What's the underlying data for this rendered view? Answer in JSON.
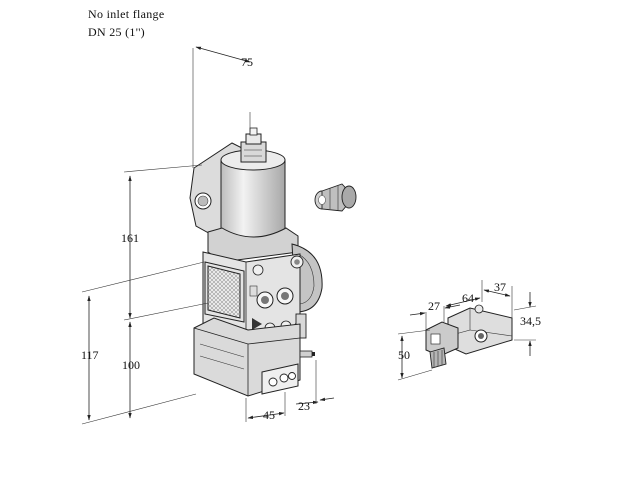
{
  "notes": {
    "line1": "No inlet flange",
    "line2": "DN 25 (1'')"
  },
  "dimensions": {
    "d75": "75",
    "d161": "161",
    "d117": "117",
    "d100": "100",
    "d45": "45",
    "d23": "23",
    "d27": "27",
    "d64": "64",
    "d37": "37",
    "d345": "34,5",
    "d50": "50"
  },
  "colors": {
    "body_light": "#e6e6e6",
    "body_mid": "#cfcfcf",
    "body_dark": "#9a9a9a",
    "outline": "#222222"
  }
}
